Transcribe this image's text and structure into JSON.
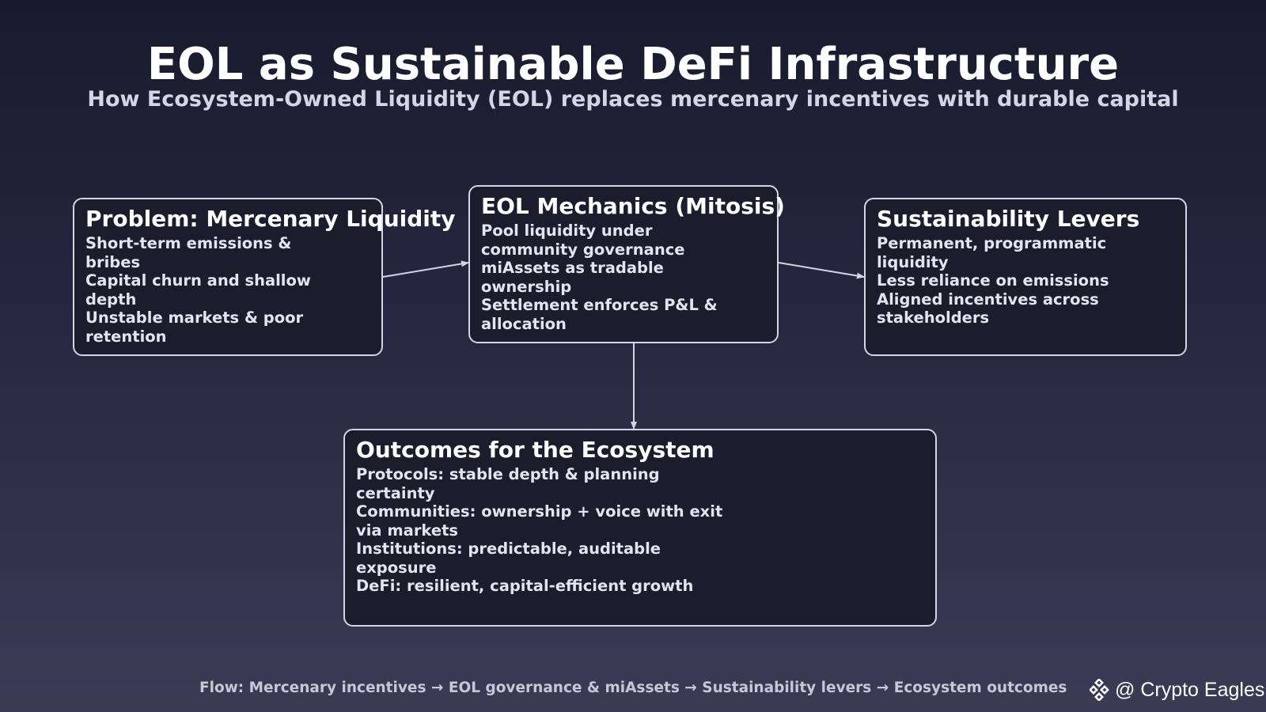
{
  "header": {
    "title": "EOL as Sustainable DeFi Infrastructure",
    "subtitle": "How Ecosystem-Owned Liquidity (EOL) replaces mercenary incentives with durable capital"
  },
  "nodes": {
    "problem": {
      "title": "Problem: Mercenary Liquidity",
      "lines": [
        "Short-term emissions & bribes",
        "Capital churn and shallow depth",
        "Unstable markets & poor retention"
      ]
    },
    "mechanics": {
      "title": "EOL Mechanics (Mitosis)",
      "lines": [
        "Pool liquidity under community governance",
        "miAssets as tradable ownership",
        "Settlement enforces P&L & allocation"
      ]
    },
    "levers": {
      "title": "Sustainability Levers",
      "lines": [
        "Permanent, programmatic liquidity",
        "Less reliance on emissions",
        "Aligned incentives across stakeholders"
      ]
    },
    "outcomes": {
      "title": "Outcomes for the Ecosystem",
      "lines": [
        "Protocols: stable depth & planning certainty",
        "Communities: ownership + voice with exit via markets",
        "Institutions: predictable, auditable exposure",
        "DeFi: resilient, capital-efficient growth"
      ]
    }
  },
  "edges": [
    {
      "from": "problem",
      "to": "mechanics"
    },
    {
      "from": "mechanics",
      "to": "levers"
    },
    {
      "from": "mechanics",
      "to": "outcomes"
    }
  ],
  "footer": {
    "flow": "Flow: Mercenary incentives → EOL governance & miAssets → Sustainability levers → Ecosystem outcomes"
  },
  "watermark": {
    "text": "@ Crypto Eagles",
    "icon": "diamond-logo-icon"
  },
  "colors": {
    "box_border": "#d3d5e4",
    "box_fill": "#1b1c2c",
    "connector": "#d3d5e4"
  }
}
